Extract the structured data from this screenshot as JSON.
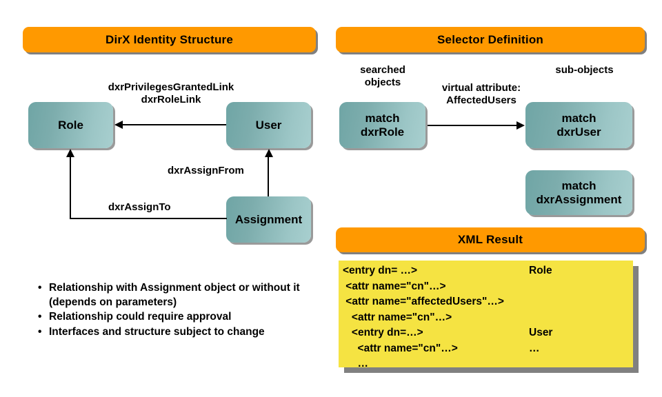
{
  "left_panel": {
    "banner": "DirX Identity Structure",
    "nodes": [
      {
        "id": "role",
        "label": "Role"
      },
      {
        "id": "user",
        "label": "User"
      },
      {
        "id": "assignment",
        "label": "Assignment"
      }
    ],
    "edge_labels": {
      "privileges_line1": "dxrPrivilegesGrantedLink",
      "privileges_line2": "dxrRoleLink",
      "assign_from": "dxrAssignFrom",
      "assign_to": "dxrAssignTo"
    },
    "bullets": [
      "Relationship with Assignment object or\nwithout it (depends on parameters)",
      "Relationship could require approval",
      "Interfaces and structure subject to change"
    ],
    "bullet_glyph": "•"
  },
  "right_panel": {
    "banner": "Selector Definition",
    "captions": {
      "searched_objects": "searched\nobjects",
      "sub_objects": "sub-objects",
      "virtual_attribute": "virtual attribute:\nAffectedUsers"
    },
    "nodes": [
      {
        "id": "match-dxrrole",
        "line1": "match",
        "line2": "dxrRole"
      },
      {
        "id": "match-dxruser",
        "line1": "match",
        "line2": "dxrUser"
      },
      {
        "id": "match-dxrassignment",
        "line1": "match",
        "line2": "dxrAssignment"
      }
    ]
  },
  "xml_result": {
    "banner": "XML Result",
    "lines": [
      {
        "code": "<entry dn= …>",
        "note": "Role"
      },
      {
        "code": " <attr name=\"cn\"…>",
        "note": ""
      },
      {
        "code": " <attr name=\"affectedUsers\"…>",
        "note": ""
      },
      {
        "code": "   <attr name=\"cn\"…>",
        "note": ""
      },
      {
        "code": "   <entry dn=…>",
        "note": "User"
      },
      {
        "code": "     <attr name=\"cn\"…>",
        "note": "…"
      },
      {
        "code": "     …",
        "note": ""
      }
    ]
  },
  "colors": {
    "banner_orange": "#ff9900",
    "node_teal_dark": "#6fa5a5",
    "node_teal_light": "#a8cfcf",
    "xml_yellow": "#f5e342",
    "shadow_gray": "#808080",
    "line_black": "#000000"
  }
}
